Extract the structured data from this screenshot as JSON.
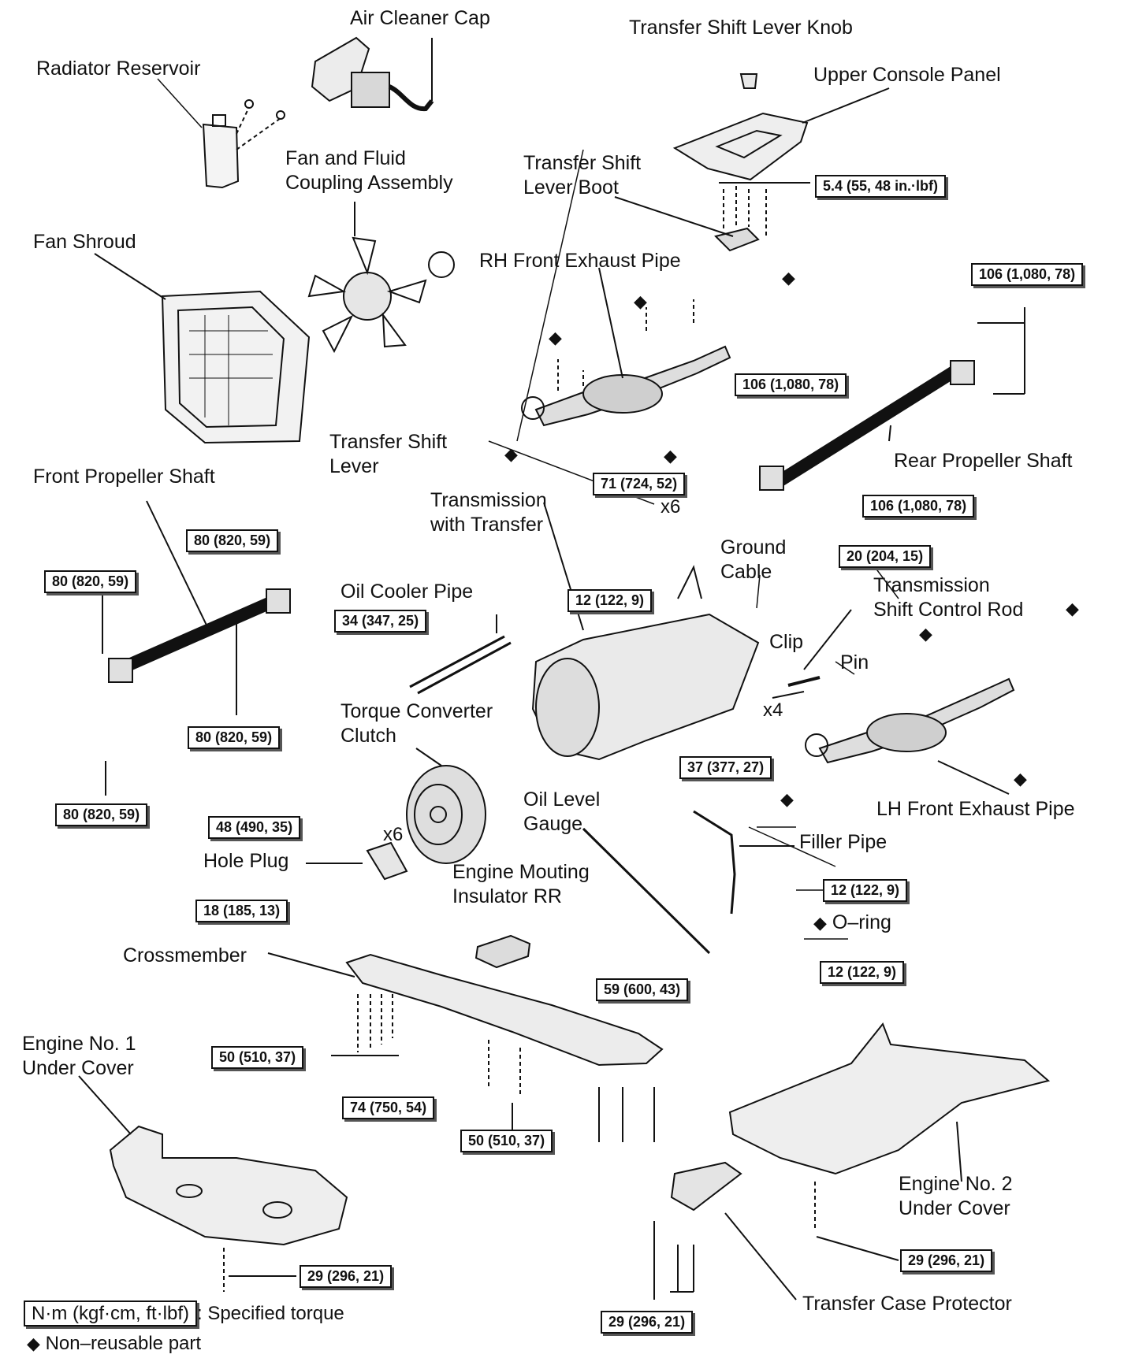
{
  "labels": {
    "air_cleaner_cap": "Air Cleaner Cap",
    "radiator_reservoir": "Radiator Reservoir",
    "transfer_shift_lever_knob": "Transfer Shift Lever Knob",
    "upper_console_panel": "Upper Console Panel",
    "fan_and_fluid_coupling": "Fan and Fluid\nCoupling Assembly",
    "transfer_shift_lever_boot": "Transfer Shift\nLever Boot",
    "fan_shroud": "Fan Shroud",
    "rh_front_exhaust_pipe": "RH Front Exhaust Pipe",
    "transfer_shift_lever": "Transfer Shift\nLever",
    "rear_propeller_shaft": "Rear Propeller Shaft",
    "front_propeller_shaft": "Front Propeller Shaft",
    "transmission_with_transfer": "Transmission\nwith Transfer",
    "ground_cable": "Ground\nCable",
    "transmission_shift_control_rod": "Transmission\nShift Control Rod",
    "oil_cooler_pipe": "Oil Cooler Pipe",
    "clip": "Clip",
    "pin": "Pin",
    "torque_converter_clutch": "Torque Converter\nClutch",
    "lh_front_exhaust_pipe": "LH Front Exhaust Pipe",
    "oil_level_gauge": "Oil Level\nGauge",
    "filler_pipe": "Filler Pipe",
    "hole_plug": "Hole Plug",
    "engine_mounting_insulator_rr": "Engine Mouting\nInsulator RR",
    "o_ring": "O–ring",
    "crossmember": "Crossmember",
    "engine_no1_under_cover": "Engine No. 1\nUnder Cover",
    "engine_no2_under_cover": "Engine No. 2\nUnder Cover",
    "transfer_case_protector": "Transfer Case Protector"
  },
  "torques": {
    "t_console": "5.4 (55, 48 in.·lbf)",
    "t_rear_shaft_top": "106 (1,080, 78)",
    "t_rear_shaft_mid": "106 (1,080, 78)",
    "t_rear_shaft_bottom": "106 (1,080, 78)",
    "t_exhaust_rh": "71 (724, 52)",
    "t_front_shaft_top": "80 (820, 59)",
    "t_front_shaft_left": "80 (820, 59)",
    "t_front_shaft_mid": "80 (820, 59)",
    "t_front_shaft_bottom": "80 (820, 59)",
    "t_ground_cable": "20 (204, 15)",
    "t_shift_lever": "12 (122, 9)",
    "t_oil_cooler": "34 (347, 25)",
    "t_trans_bolts": "37 (377, 27)",
    "t_converter": "48 (490, 35)",
    "t_filler_upper": "12 (122, 9)",
    "t_filler_lower": "12 (122, 9)",
    "t_hole_plug": "18 (185, 13)",
    "t_insulator": "59 (600, 43)",
    "t_crossmember_left": "50 (510, 37)",
    "t_crossmember_mid": "74 (750, 54)",
    "t_crossmember_right": "50 (510, 37)",
    "t_cover1": "29 (296, 21)",
    "t_cover2": "29 (296, 21)",
    "t_protector": "29 (296, 21)"
  },
  "multipliers": {
    "x6_top": "x6",
    "x4": "x4",
    "x6_converter": "x6"
  },
  "legend": {
    "unit_box": "N·m (kgf·cm, ft·lbf)",
    "unit_text": ": Specified torque",
    "non_reusable": "Non–reusable part",
    "diamond_symbol": "◆"
  }
}
